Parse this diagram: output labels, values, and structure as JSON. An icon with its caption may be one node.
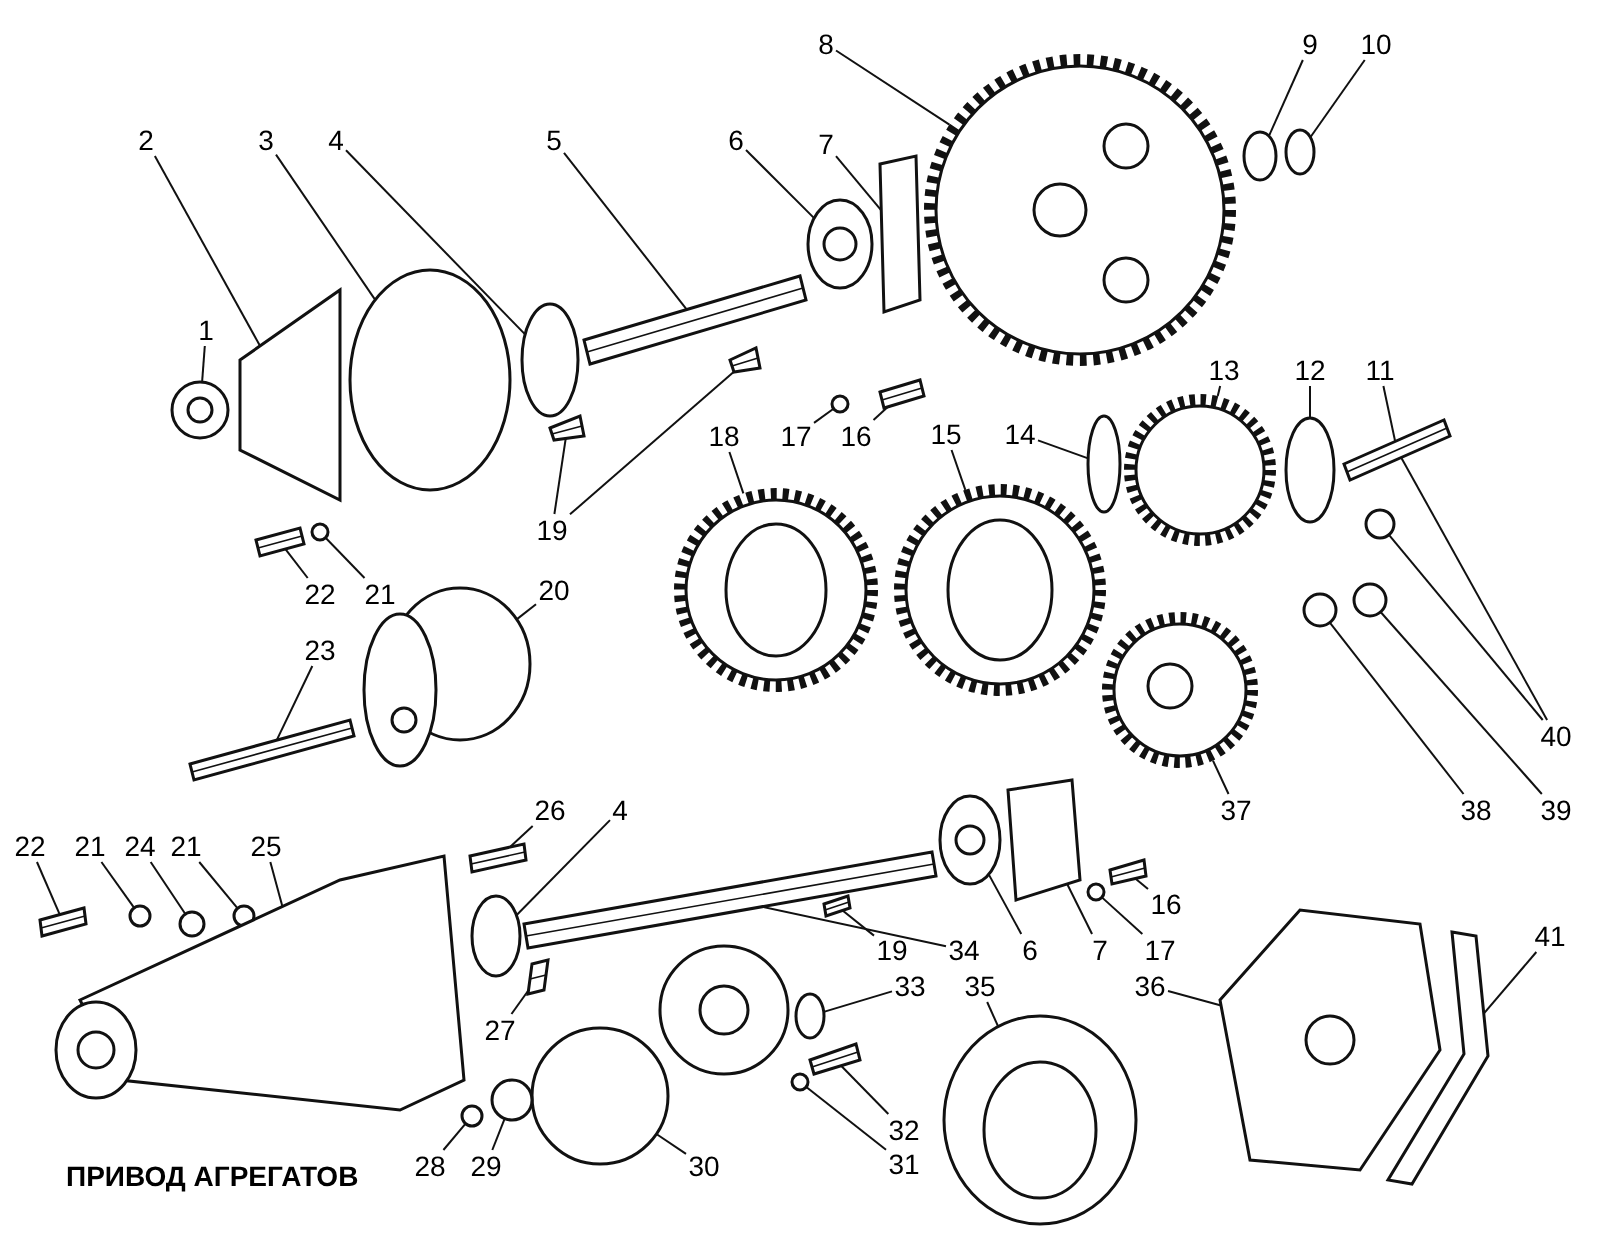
{
  "diagram": {
    "title": "ПРИВОД АГРЕГАТОВ",
    "nodes": [
      {
        "text": [
          "8"
        ]
      },
      {
        "text": [
          "9"
        ]
      },
      {
        "text": [
          "10"
        ]
      },
      {
        "text": [
          "2"
        ]
      },
      {
        "text": [
          "3"
        ]
      },
      {
        "text": [
          "4"
        ]
      },
      {
        "text": [
          "5"
        ]
      },
      {
        "text": [
          "6"
        ]
      },
      {
        "text": [
          "7"
        ]
      },
      {
        "text": [
          "1"
        ]
      },
      {
        "text": [
          "13"
        ]
      },
      {
        "text": [
          "12"
        ]
      },
      {
        "text": [
          "11"
        ]
      },
      {
        "text": [
          "18"
        ]
      },
      {
        "text": [
          "17"
        ]
      },
      {
        "text": [
          "16"
        ]
      },
      {
        "text": [
          "15"
        ]
      },
      {
        "text": [
          "14"
        ]
      },
      {
        "text": [
          "19"
        ]
      },
      {
        "text": [
          "22"
        ]
      },
      {
        "text": [
          "21"
        ]
      },
      {
        "text": [
          "20"
        ]
      },
      {
        "text": [
          "23"
        ]
      },
      {
        "text": [
          "40"
        ]
      },
      {
        "text": [
          "37"
        ]
      },
      {
        "text": [
          "38"
        ]
      },
      {
        "text": [
          "39"
        ]
      },
      {
        "text": [
          "26"
        ]
      },
      {
        "text": [
          "4"
        ]
      },
      {
        "text": [
          "22"
        ]
      },
      {
        "text": [
          "21"
        ]
      },
      {
        "text": [
          "24"
        ]
      },
      {
        "text": [
          "21"
        ]
      },
      {
        "text": [
          "25"
        ]
      },
      {
        "text": [
          "16"
        ]
      },
      {
        "text": [
          "41"
        ]
      },
      {
        "text": [
          "19"
        ]
      },
      {
        "text": [
          "34"
        ]
      },
      {
        "text": [
          "6"
        ]
      },
      {
        "text": [
          "7"
        ]
      },
      {
        "text": [
          "17"
        ]
      },
      {
        "text": [
          "33"
        ]
      },
      {
        "text": [
          "35"
        ]
      },
      {
        "text": [
          "36"
        ]
      },
      {
        "text": [
          "27"
        ]
      },
      {
        "text": [
          "32"
        ]
      },
      {
        "text": [
          "31"
        ]
      },
      {
        "text": [
          "28"
        ]
      },
      {
        "text": [
          "29"
        ]
      },
      {
        "text": [
          "30"
        ]
      },
      {
        "text": [],
        "shape": "picture"
      },
      {
        "text": [],
        "shape": "circle"
      },
      {
        "text": [],
        "shape": "circle"
      },
      {
        "text": [],
        "shape": "box"
      },
      {
        "text": [],
        "shape": "circle"
      },
      {
        "text": [],
        "shape": "circle"
      },
      {
        "text": [],
        "shape": "bar"
      },
      {
        "text": [],
        "shape": "picture"
      },
      {
        "text": [],
        "shape": "box"
      },
      {
        "text": [],
        "shape": "picture"
      },
      {
        "text": [],
        "shape": "picture"
      },
      {
        "text": [],
        "shape": "circle"
      },
      {
        "text": [],
        "shape": "bar"
      },
      {
        "text": [],
        "shape": "picture"
      },
      {
        "text": [],
        "shape": "circle"
      },
      {
        "text": [],
        "shape": "bar"
      },
      {
        "text": [],
        "shape": "picture"
      },
      {
        "text": [],
        "shape": "circle"
      },
      {
        "text": [],
        "shape": "bar"
      },
      {
        "text": [],
        "shape": "bar"
      },
      {
        "text": [],
        "shape": "bar"
      },
      {
        "text": [],
        "shape": "circle"
      },
      {
        "text": [],
        "shape": "picture"
      },
      {
        "text": [],
        "shape": "bar"
      },
      {
        "text": [],
        "shape": "circle"
      },
      {
        "text": [],
        "shape": "picture"
      },
      {
        "text": [],
        "shape": "circle"
      },
      {
        "text": [],
        "shape": "circle"
      },
      {
        "text": [],
        "shape": "bar"
      },
      {
        "text": [],
        "shape": "circle"
      },
      {
        "text": [],
        "shape": "bar"
      },
      {
        "text": [],
        "shape": "circle"
      },
      {
        "text": [],
        "shape": "circle"
      },
      {
        "text": [],
        "shape": "circle"
      },
      {
        "text": [],
        "shape": "picture"
      },
      {
        "text": [],
        "shape": "bar"
      },
      {
        "text": [],
        "shape": "box"
      },
      {
        "text": [],
        "shape": "bar"
      },
      {
        "text": [],
        "shape": "bar"
      },
      {
        "text": [],
        "shape": "picture"
      },
      {
        "text": [],
        "shape": "box"
      },
      {
        "text": [],
        "shape": "circle"
      },
      {
        "text": [],
        "shape": "circle"
      },
      {
        "text": [],
        "shape": "picture"
      },
      {
        "text": [],
        "shape": "picture"
      },
      {
        "text": [],
        "shape": "bar"
      },
      {
        "text": [],
        "shape": "bar"
      },
      {
        "text": [],
        "shape": "circle"
      },
      {
        "text": [],
        "shape": "circle"
      },
      {
        "text": [],
        "shape": "circle"
      },
      {
        "text": [],
        "shape": "circle"
      }
    ],
    "edges": [
      {
        "from": 0,
        "to": 50,
        "arrow": "none"
      },
      {
        "from": 1,
        "to": 51,
        "arrow": "none"
      },
      {
        "from": 2,
        "to": 52,
        "arrow": "none"
      },
      {
        "from": 3,
        "to": 53,
        "arrow": "none"
      },
      {
        "from": 4,
        "to": 54,
        "arrow": "none"
      },
      {
        "from": 5,
        "to": 55,
        "arrow": "none"
      },
      {
        "from": 6,
        "to": 56,
        "arrow": "none"
      },
      {
        "from": 7,
        "to": 57,
        "arrow": "none"
      },
      {
        "from": 8,
        "to": 58,
        "arrow": "none"
      },
      {
        "from": 9,
        "to": 59,
        "arrow": "none"
      },
      {
        "from": 10,
        "to": 60,
        "arrow": "none"
      },
      {
        "from": 11,
        "to": 61,
        "arrow": "none"
      },
      {
        "from": 12,
        "to": 62,
        "arrow": "none"
      },
      {
        "from": 13,
        "to": 63,
        "arrow": "none"
      },
      {
        "from": 14,
        "to": 64,
        "arrow": "none"
      },
      {
        "from": 15,
        "to": 65,
        "arrow": "none"
      },
      {
        "from": 16,
        "to": 66,
        "arrow": "none"
      },
      {
        "from": 17,
        "to": 67,
        "arrow": "none"
      },
      {
        "from": 18,
        "to": 68,
        "arrow": "none"
      },
      {
        "from": 18,
        "to": 69,
        "arrow": "none"
      },
      {
        "from": 19,
        "to": 70,
        "arrow": "none"
      },
      {
        "from": 20,
        "to": 71,
        "arrow": "none"
      },
      {
        "from": 21,
        "to": 72,
        "arrow": "none"
      },
      {
        "from": 22,
        "to": 73,
        "arrow": "none"
      },
      {
        "from": 23,
        "to": 74,
        "arrow": "none"
      },
      {
        "from": 23,
        "to": 62,
        "arrow": "none"
      },
      {
        "from": 24,
        "to": 75,
        "arrow": "none"
      },
      {
        "from": 25,
        "to": 76,
        "arrow": "none"
      },
      {
        "from": 26,
        "to": 77,
        "arrow": "none"
      },
      {
        "from": 27,
        "to": 78,
        "arrow": "none"
      },
      {
        "from": 28,
        "to": 79,
        "arrow": "none"
      },
      {
        "from": 29,
        "to": 80,
        "arrow": "none"
      },
      {
        "from": 30,
        "to": 81,
        "arrow": "none"
      },
      {
        "from": 31,
        "to": 82,
        "arrow": "none"
      },
      {
        "from": 32,
        "to": 83,
        "arrow": "none"
      },
      {
        "from": 33,
        "to": 84,
        "arrow": "none"
      },
      {
        "from": 34,
        "to": 85,
        "arrow": "none"
      },
      {
        "from": 35,
        "to": 86,
        "arrow": "none"
      },
      {
        "from": 36,
        "to": 87,
        "arrow": "none"
      },
      {
        "from": 37,
        "to": 88,
        "arrow": "none"
      },
      {
        "from": 38,
        "to": 89,
        "arrow": "none"
      },
      {
        "from": 39,
        "to": 90,
        "arrow": "none"
      },
      {
        "from": 40,
        "to": 91,
        "arrow": "none"
      },
      {
        "from": 41,
        "to": 92,
        "arrow": "none"
      },
      {
        "from": 42,
        "to": 93,
        "arrow": "none"
      },
      {
        "from": 43,
        "to": 94,
        "arrow": "none"
      },
      {
        "from": 44,
        "to": 95,
        "arrow": "none"
      },
      {
        "from": 45,
        "to": 96,
        "arrow": "none"
      },
      {
        "from": 46,
        "to": 97,
        "arrow": "none"
      },
      {
        "from": 47,
        "to": 98,
        "arrow": "none"
      },
      {
        "from": 48,
        "to": 99,
        "arrow": "none"
      },
      {
        "from": 49,
        "to": 100,
        "arrow": "none"
      }
    ]
  }
}
